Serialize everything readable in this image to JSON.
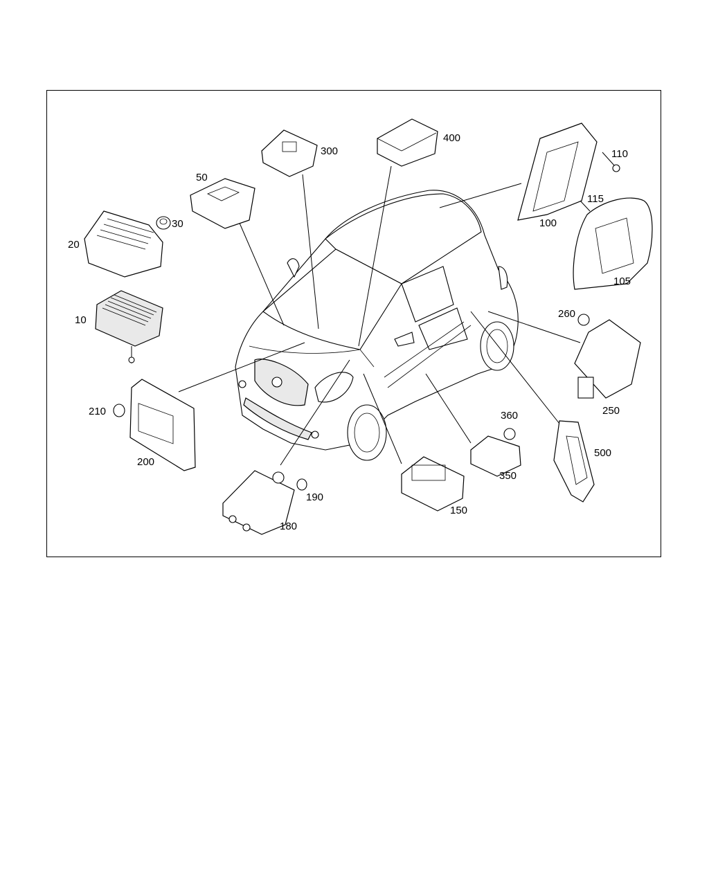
{
  "diagram": {
    "part_numbers": [
      "10",
      "20",
      "30",
      "50",
      "100",
      "105",
      "110",
      "115",
      "150",
      "180",
      "190",
      "200",
      "210",
      "250",
      "260",
      "300",
      "350",
      "360",
      "400",
      "500"
    ]
  },
  "labels": {
    "p10": "10",
    "p20": "20",
    "p30": "30",
    "p50": "50",
    "p100": "100",
    "p105": "105",
    "p110": "110",
    "p115": "115",
    "p150": "150",
    "p180": "180",
    "p190": "190",
    "p200": "200",
    "p210": "210",
    "p250": "250",
    "p260": "260",
    "p300": "300",
    "p350": "350",
    "p360": "360",
    "p400": "400",
    "p500": "500"
  }
}
